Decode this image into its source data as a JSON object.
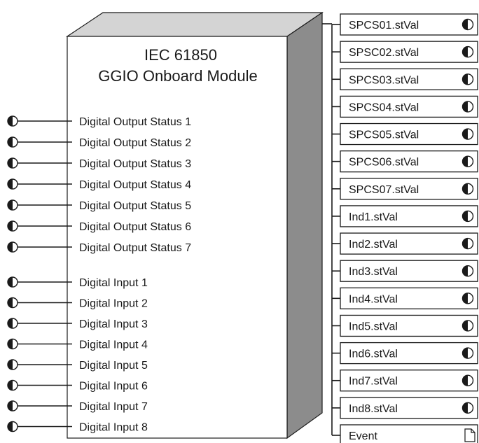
{
  "module": {
    "title_line1": "IEC 61850",
    "title_line2": "GGIO Onboard Module"
  },
  "inputs": [
    {
      "label": "Digital Output Status 1"
    },
    {
      "label": "Digital Output Status 2"
    },
    {
      "label": "Digital Output Status 3"
    },
    {
      "label": "Digital Output Status 4"
    },
    {
      "label": "Digital Output Status 5"
    },
    {
      "label": "Digital Output Status 6"
    },
    {
      "label": "Digital Output Status 7"
    },
    {
      "label": "Digital Input 1"
    },
    {
      "label": "Digital Input 2"
    },
    {
      "label": "Digital Input 3"
    },
    {
      "label": "Digital Input 4"
    },
    {
      "label": "Digital Input 5"
    },
    {
      "label": "Digital Input 6"
    },
    {
      "label": "Digital Input 7"
    },
    {
      "label": "Digital Input 8"
    }
  ],
  "outputs": [
    {
      "label": "SPCS01.stVal",
      "icon": "half-circle-icon"
    },
    {
      "label": "SPSC02.stVal",
      "icon": "half-circle-icon"
    },
    {
      "label": "SPCS03.stVal",
      "icon": "half-circle-icon"
    },
    {
      "label": "SPCS04.stVal",
      "icon": "half-circle-icon"
    },
    {
      "label": "SPCS05.stVal",
      "icon": "half-circle-icon"
    },
    {
      "label": "SPCS06.stVal",
      "icon": "half-circle-icon"
    },
    {
      "label": "SPCS07.stVal",
      "icon": "half-circle-icon"
    },
    {
      "label": "Ind1.stVal",
      "icon": "half-circle-icon"
    },
    {
      "label": "Ind2.stVal",
      "icon": "half-circle-icon"
    },
    {
      "label": "Ind3.stVal",
      "icon": "half-circle-icon"
    },
    {
      "label": "Ind4.stVal",
      "icon": "half-circle-icon"
    },
    {
      "label": "Ind5.stVal",
      "icon": "half-circle-icon"
    },
    {
      "label": "Ind6.stVal",
      "icon": "half-circle-icon"
    },
    {
      "label": "Ind7.stVal",
      "icon": "half-circle-icon"
    },
    {
      "label": "Ind8.stVal",
      "icon": "half-circle-icon"
    },
    {
      "label": "Event",
      "icon": "document-icon"
    }
  ],
  "colors": {
    "box_front": "#ffffff",
    "box_top": "#d4d4d4",
    "box_side": "#8c8c8c",
    "stroke": "#1a1a1a"
  }
}
